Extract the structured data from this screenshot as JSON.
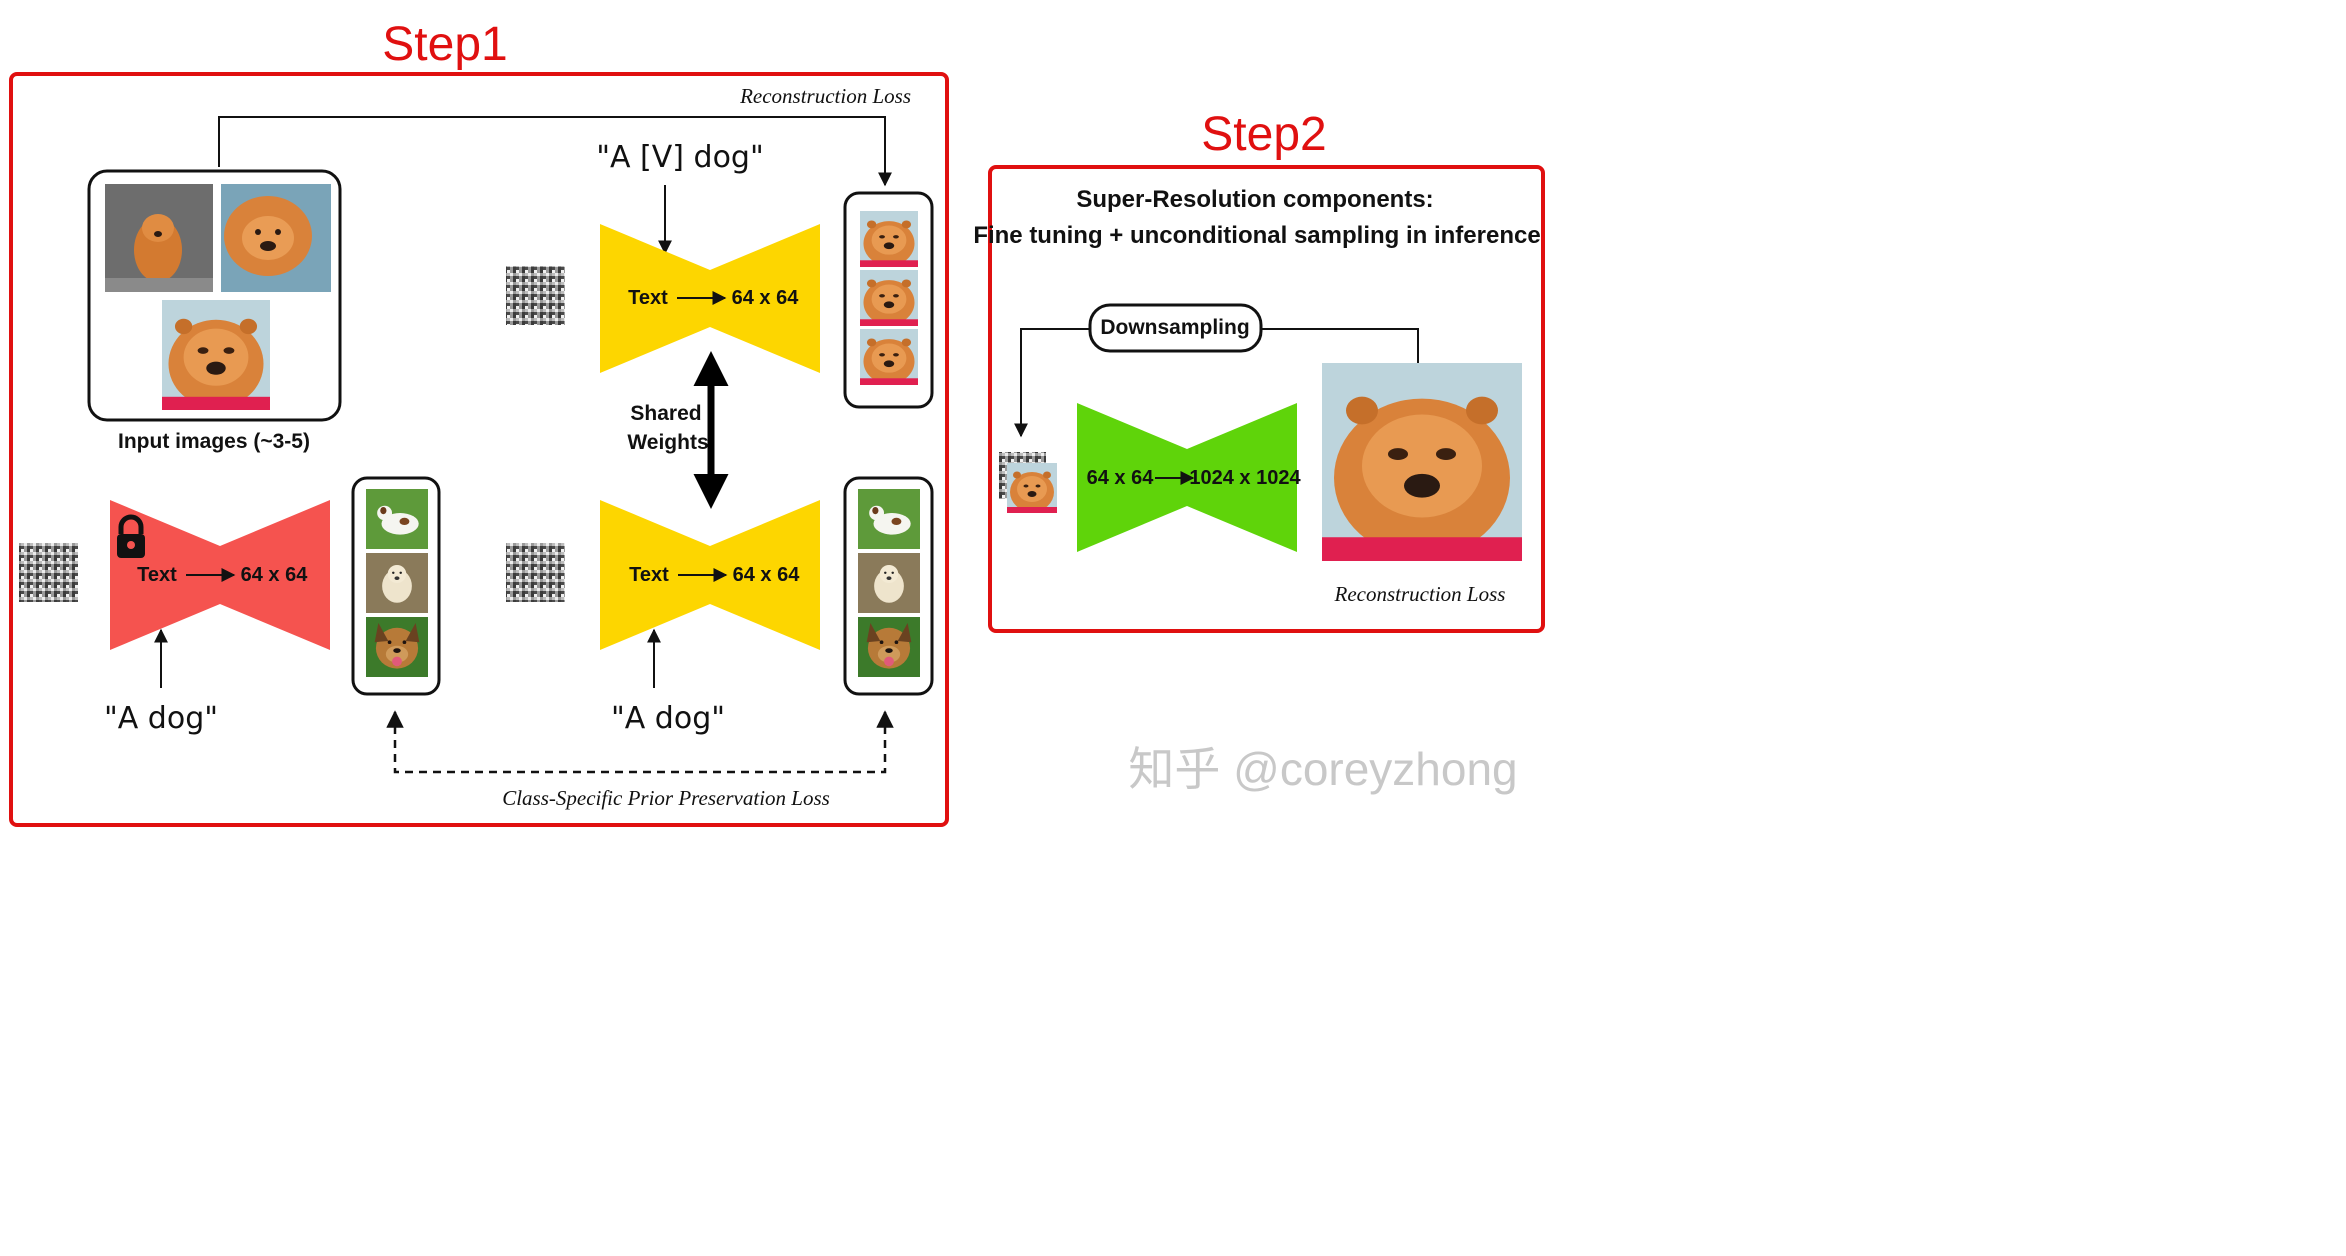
{
  "step1": {
    "title": "Step1",
    "reconstruction_loss": "Reconstruction Loss",
    "input_images_caption": "Input images (~3-5)",
    "prompt_v_dog": "\"A [V] dog\"",
    "prompt_a_dog_left": "\"A dog\"",
    "prompt_a_dog_right": "\"A dog\"",
    "shared_weights_line1": "Shared",
    "shared_weights_line2": "Weights",
    "prior_preservation_loss": "Class-Specific Prior Preservation Loss",
    "model_top": {
      "text": "Text",
      "res": "64 x 64"
    },
    "model_frozen": {
      "text": "Text",
      "res": "64 x 64"
    },
    "model_bottom": {
      "text": "Text",
      "res": "64 x 64"
    }
  },
  "step2": {
    "title": "Step2",
    "heading_line1": "Super-Resolution components:",
    "heading_line2": "Fine tuning + unconditional sampling in inference",
    "downsampling": "Downsampling",
    "model": {
      "from": "64 x 64",
      "to": "1024 x 1024"
    },
    "reconstruction_loss": "Reconstruction Loss"
  },
  "watermark": "知乎 @coreyzhong",
  "colors": {
    "frame_red": "#e01010",
    "step_title_red": "#e01010",
    "model_yellow": "#fdd600",
    "model_frozen_red": "#f5534f",
    "model_green": "#5fd40a",
    "noise_gray": "#8a8a8a",
    "watermark_gray": "#c8c8c8"
  },
  "icons": [
    "lock-icon",
    "dog-photo",
    "noise-image"
  ]
}
